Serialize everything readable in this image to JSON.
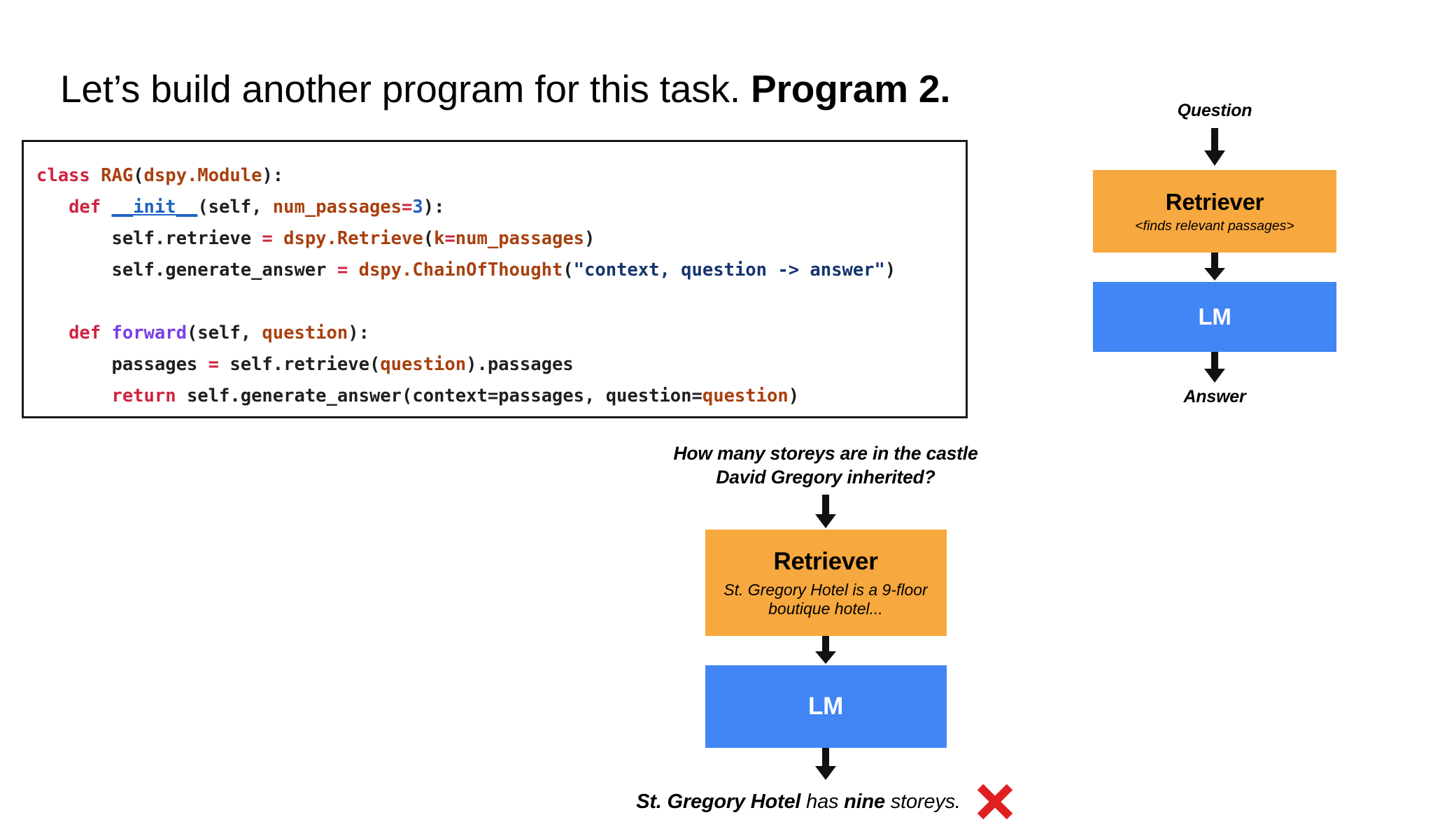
{
  "slide": {
    "title_normal": "Let’s build another program for this task. ",
    "title_bold": "Program 2."
  },
  "code": {
    "language": "python",
    "lines": [
      "class RAG(dspy.Module):",
      "    def __init__(self, num_passages=3):",
      "        self.retrieve = dspy.Retrieve(k=num_passages)",
      "        self.generate_answer = dspy.ChainOfThought(\"context, question -> answer\")",
      "",
      "    def forward(self, question):",
      "        passages = self.retrieve(question).passages",
      "        return self.generate_answer(context=passages, question=question)"
    ],
    "tokens": {
      "l1": {
        "kw": "class",
        "name": "RAG",
        "arg": "dspy.Module",
        "tail": "):"
      },
      "l2": {
        "kw": "def",
        "dunder": "__init__",
        "plain": "(self, ",
        "param": "num_passages",
        "eq": "=",
        "num": "3",
        "tail": "):"
      },
      "l3": {
        "plain": "self.retrieve ",
        "eq": "=",
        "call": "dspy.Retrieve",
        "param": "k",
        "eq2": "=",
        "param2": "num_passages",
        "tail": ")"
      },
      "l4": {
        "plain": "self.generate_answer ",
        "eq": "=",
        "call": "dspy.ChainOfThought",
        "str": "\"context, question -> answer\"",
        "tail": ")"
      },
      "l6": {
        "kw": "def",
        "fn": "forward",
        "plain": "(self, ",
        "param": "question",
        "tail": "):"
      },
      "l7": {
        "plain": "passages ",
        "eq": "=",
        "plain2": "self.retrieve(",
        "param": "question",
        "tail": ").passages"
      },
      "l8": {
        "kw": "return",
        "plain": "self.generate_answer(context=passages, question=",
        "param": "question",
        "tail": ")"
      }
    }
  },
  "colors": {
    "keyword": "#cf2440",
    "identifier": "#a8400f",
    "function": "#7a3ee8",
    "dunder": "#1f62c4",
    "number": "#1f62c4",
    "string": "#16346e",
    "retriever_box": "#f7a83e",
    "lm_box": "#4285f4",
    "wrong_mark": "#e02020",
    "code_border": "#1a1a1a",
    "background": "#ffffff"
  },
  "flow_top": {
    "input_label": "Question",
    "retriever": {
      "title": "Retriever",
      "subtitle": "<finds relevant passages>"
    },
    "lm": {
      "title": "LM"
    },
    "output_label": "Answer",
    "arrow_icon": "arrow-down-icon"
  },
  "flow_bottom": {
    "input_label_line1": "How many storeys are in the castle",
    "input_label_line2": "David Gregory inherited?",
    "retriever": {
      "title": "Retriever",
      "subtitle_line1": "St. Gregory Hotel is a 9-floor",
      "subtitle_line2": "boutique hotel..."
    },
    "lm": {
      "title": "LM"
    },
    "answer": {
      "bold_subject": "St. Gregory Hotel",
      "middle": " has ",
      "bold_value": "nine",
      "tail": " storeys.",
      "verdict_icon": "red-x-icon"
    }
  }
}
